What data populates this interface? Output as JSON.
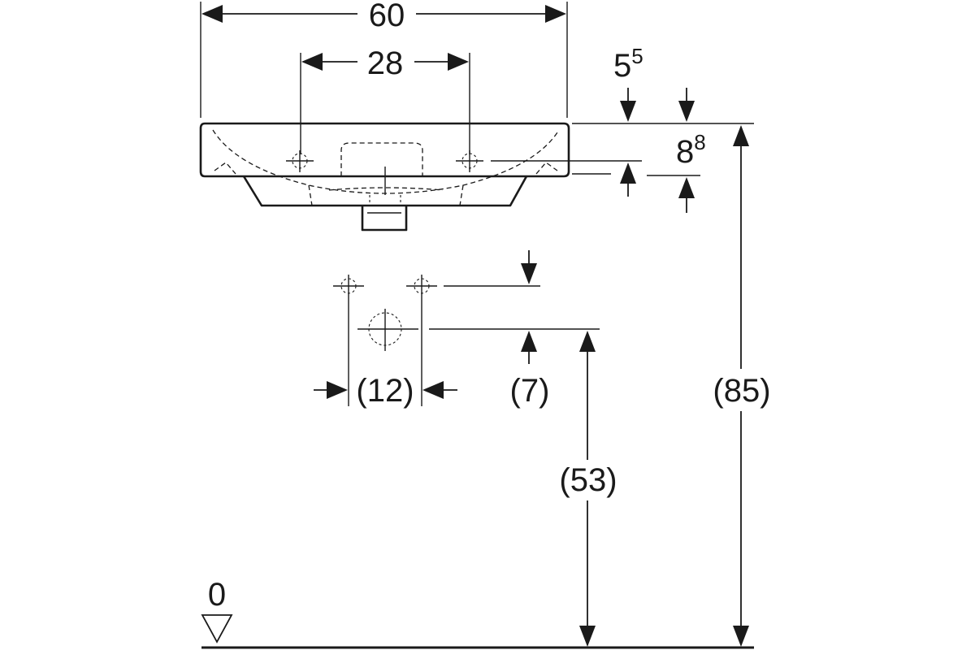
{
  "dimensions": {
    "overall_width": "60",
    "tap_hole_spacing": "28",
    "rim_offset": {
      "base": "5",
      "sup": "5"
    },
    "rim_height": {
      "base": "8",
      "sup": "8"
    },
    "supply_spacing": "(12)",
    "supply_offset": "(7)",
    "drain_height": "(53)",
    "rim_from_floor": "(85)",
    "floor_level": "0"
  },
  "colors": {
    "line": "#1a1a1a",
    "background": "#ffffff"
  }
}
